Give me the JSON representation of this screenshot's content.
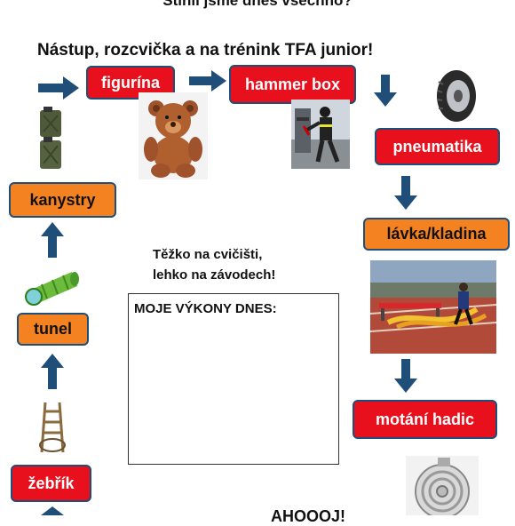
{
  "title": "Stihli jsme dnes všechno?",
  "subtitle": "Nástup, rozcvička a na trénink TFA junior!",
  "stations": {
    "figurina": "figurína",
    "hammer_box": "hammer box",
    "pneumatika": "pneumatika",
    "lavka": "lávka/kladina",
    "motani": "motání hadic",
    "kanystry": "kanystry",
    "tunel": "tunel",
    "zebrik": "žebřík"
  },
  "motto": {
    "line1": "Těžko na cvičišti,",
    "line2": "lehko na závodech!"
  },
  "results_label": "MOJE VÝKONY DNES:",
  "footer": "AHOOOJ!",
  "colors": {
    "red_box": "#e8101c",
    "orange_box": "#f58220",
    "arrow": "#1f4e79"
  }
}
